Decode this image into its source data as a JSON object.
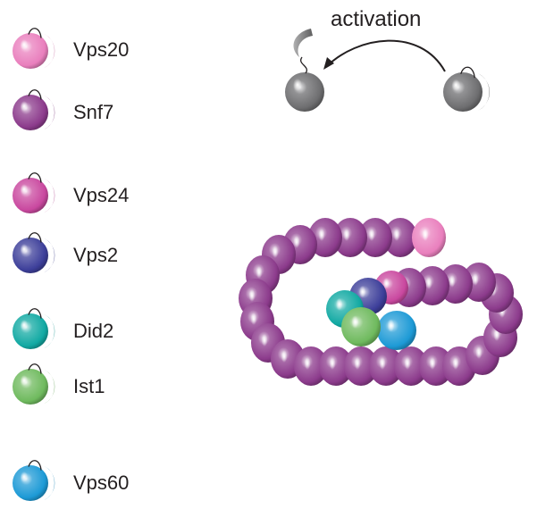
{
  "legend": [
    {
      "key": "vps20",
      "label": "Vps20",
      "color": "#e97fbd"
    },
    {
      "key": "snf7",
      "label": "Snf7",
      "color": "#8c3b8c"
    },
    {
      "key": "vps24",
      "label": "Vps24",
      "color": "#c9489f"
    },
    {
      "key": "vps2",
      "label": "Vps2",
      "color": "#3d3f9a"
    },
    {
      "key": "did2",
      "label": "Did2",
      "color": "#12a9a3"
    },
    {
      "key": "ist1",
      "label": "Ist1",
      "color": "#6fba5e"
    },
    {
      "key": "vps60",
      "label": "Vps60",
      "color": "#1d9ad6"
    }
  ],
  "activation": {
    "label": "activation",
    "color": "#6e6e70"
  }
}
